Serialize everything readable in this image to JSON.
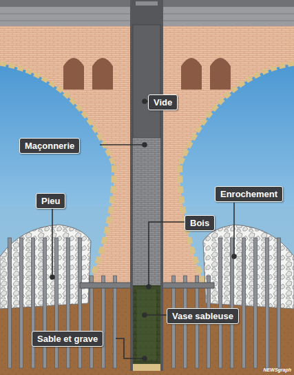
{
  "diagram": {
    "labels": [
      "Vide",
      "Maçonnerie",
      "Enrochement",
      "Pieu",
      "Bois",
      "Vase sableuse",
      "Sable et grave",
      "NEWSgraph"
    ]
  }
}
